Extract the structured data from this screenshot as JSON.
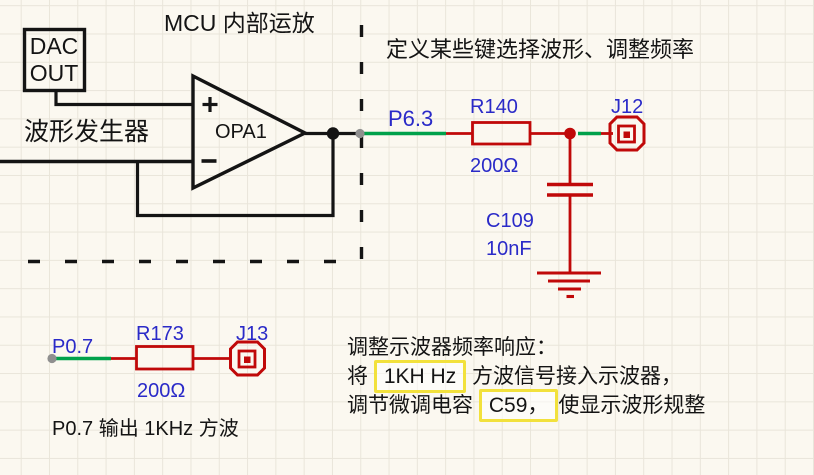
{
  "colors": {
    "background": "#fbf8f0",
    "grid": "#e9e5da",
    "ink": "#141414",
    "component_red": "#c00909",
    "label_blue": "#2a2ac8",
    "wire_green": "#00a14b",
    "port_gray": "#8f8f8f",
    "highlight_yellow": "#f2e13c"
  },
  "notes": {
    "mcu_title": "MCU 内部运放",
    "define_keys": "定义某些键选择波形、调整频率",
    "waveform_generator": "波形发生器",
    "p07_caption": "P0.7 输出 1KHz 方波",
    "freq_response": {
      "line1": "调整示波器频率响应：",
      "line2_prefix": "将 ",
      "line2_highlight": "1KH Hz",
      "line2_suffix": " 方波信号接入示波器，",
      "line3_prefix": "调节微调电容 ",
      "line3_highlight": "C59，",
      "line3_suffix": "使显示波形规整"
    }
  },
  "components": {
    "dac_out": {
      "line1": "DAC",
      "line2": "OUT"
    },
    "opamp": {
      "designator": "OPA1",
      "plus": "+",
      "minus": "−"
    },
    "net_p63": {
      "name": "P6.3"
    },
    "r140": {
      "designator": "R140",
      "value": "200Ω"
    },
    "j12": {
      "designator": "J12"
    },
    "c109": {
      "designator": "C109",
      "value": "10nF"
    },
    "net_p07": {
      "name": "P0.7"
    },
    "r173": {
      "designator": "R173",
      "value": "200Ω"
    },
    "j13": {
      "designator": "J13"
    }
  }
}
